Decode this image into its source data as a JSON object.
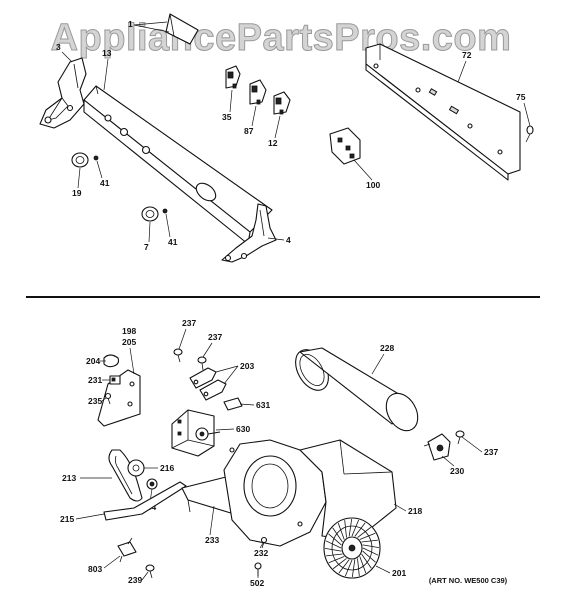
{
  "watermark": "AppliancePartsPros.com",
  "art_number": "(ART NO. WE500 C39)",
  "callouts": {
    "c1": "1",
    "c3": "3",
    "c13": "13",
    "c35": "35",
    "c87": "87",
    "c12": "12",
    "c72": "72",
    "c75": "75",
    "c100": "100",
    "c19": "19",
    "c41a": "41",
    "c7": "7",
    "c41b": "41",
    "c4": "4",
    "c198": "198",
    "c205": "205",
    "c204": "204",
    "c231": "231",
    "c235": "235",
    "c237a": "237",
    "c237b": "237",
    "c203": "203",
    "c631": "631",
    "c630": "630",
    "c228": "228",
    "c237c": "237",
    "c230": "230",
    "c213": "213",
    "c216": "216",
    "c234": "234",
    "c215": "215",
    "c233": "233",
    "c218": "218",
    "c232": "232",
    "c201": "201",
    "c803": "803",
    "c239": "239",
    "c502": "502"
  }
}
